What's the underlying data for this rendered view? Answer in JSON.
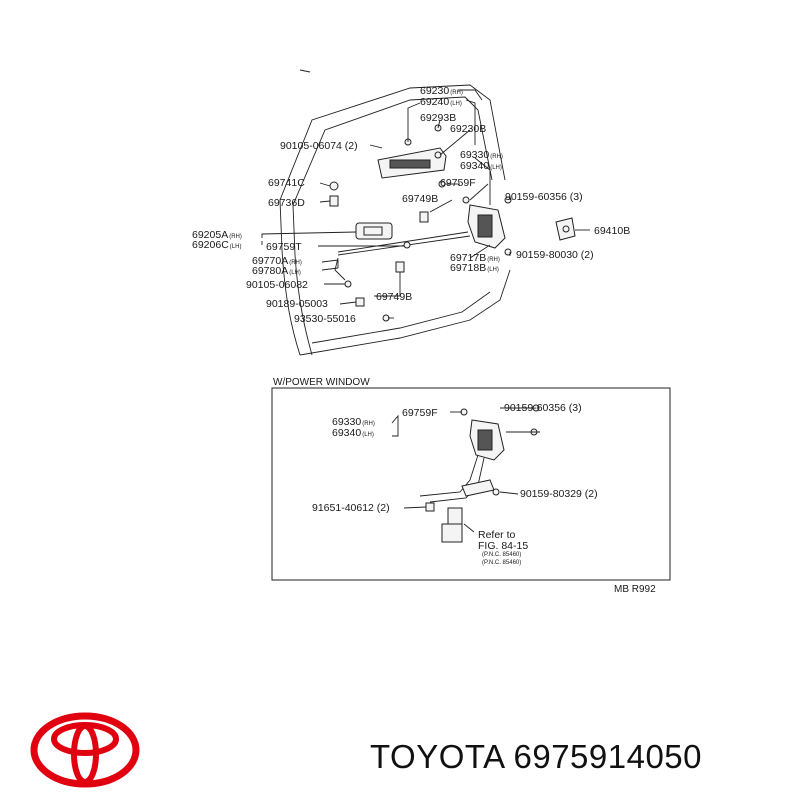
{
  "upper_labels": [
    {
      "id": "l1",
      "text": "69230",
      "sub": "(RH)"
    },
    {
      "id": "l2",
      "text": "69240",
      "sub": "(LH)"
    },
    {
      "id": "l3",
      "text": "69293B",
      "sub": ""
    },
    {
      "id": "l4",
      "text": "69230B",
      "sub": ""
    },
    {
      "id": "l5",
      "text": "90105-06074 (2)",
      "sub": ""
    },
    {
      "id": "l6",
      "text": "69330",
      "sub": "(RH)"
    },
    {
      "id": "l7",
      "text": "69340",
      "sub": "(LH)"
    },
    {
      "id": "l8",
      "text": "69741C",
      "sub": ""
    },
    {
      "id": "l9",
      "text": "69759F",
      "sub": ""
    },
    {
      "id": "l10",
      "text": "69749B",
      "sub": ""
    },
    {
      "id": "l11",
      "text": "90159-60356 (3)",
      "sub": ""
    },
    {
      "id": "l12",
      "text": "69736D",
      "sub": ""
    },
    {
      "id": "l13",
      "text": "69205A",
      "sub": "(RH)"
    },
    {
      "id": "l14",
      "text": "69206C",
      "sub": "(LH)"
    },
    {
      "id": "l15",
      "text": "69410B",
      "sub": ""
    },
    {
      "id": "l16",
      "text": "69759T",
      "sub": ""
    },
    {
      "id": "l17",
      "text": "90159-80030 (2)",
      "sub": ""
    },
    {
      "id": "l18",
      "text": "69770A",
      "sub": "(RH)"
    },
    {
      "id": "l19",
      "text": "69717B",
      "sub": "(RH)"
    },
    {
      "id": "l20",
      "text": "69780A",
      "sub": "(LH)"
    },
    {
      "id": "l21",
      "text": "69718B",
      "sub": "(LH)"
    },
    {
      "id": "l22",
      "text": "90105-06082",
      "sub": ""
    },
    {
      "id": "l23",
      "text": "90189-05003",
      "sub": ""
    },
    {
      "id": "l24",
      "text": "69749B",
      "sub": ""
    },
    {
      "id": "l25",
      "text": "93530-55016",
      "sub": ""
    }
  ],
  "power_window": {
    "title": "W/POWER WINDOW",
    "labels": [
      {
        "id": "p1",
        "text": "69330",
        "sub": "(RH)"
      },
      {
        "id": "p2",
        "text": "69340",
        "sub": "(LH)"
      },
      {
        "id": "p3",
        "text": "69759F",
        "sub": ""
      },
      {
        "id": "p4",
        "text": "90159-60356 (3)",
        "sub": ""
      },
      {
        "id": "p5",
        "text": "91651-40612 (2)",
        "sub": ""
      },
      {
        "id": "p6",
        "text": "90159-80329 (2)",
        "sub": ""
      }
    ],
    "refer_line1": "Refer to",
    "refer_line2": "FIG. 84-15",
    "refer_line3": "(P.N.C. 85460)",
    "refer_line4": "(P.N.C. 85460)"
  },
  "figure_code": "MB R992",
  "brand": "TOYOTA",
  "part_number": "6975914050",
  "logo_color": "#e0000f"
}
